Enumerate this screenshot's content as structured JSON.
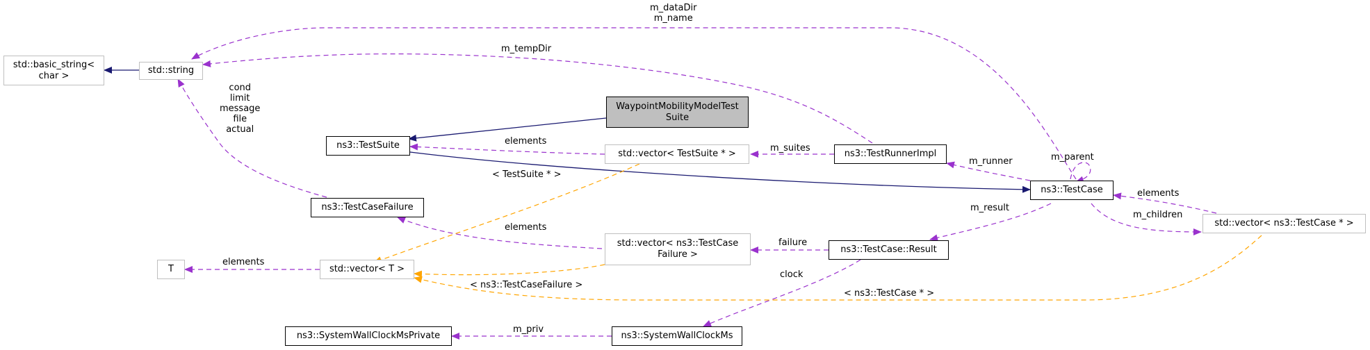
{
  "colors": {
    "inheritance": "#191970",
    "usage": "#9a32cd",
    "template": "#ffa500",
    "focus_fill": "#bfbfbf",
    "faint_border": "#bfbfbf"
  },
  "nodes": {
    "basic_string": {
      "line1": "std::basic_string<",
      "line2": "char >"
    },
    "string": {
      "label": "std::string"
    },
    "waypoint": {
      "line1": "WaypointMobilityModelTest",
      "line2": "Suite"
    },
    "testsuite": {
      "label": "ns3::TestSuite"
    },
    "vec_testsuite": {
      "label": "std::vector< TestSuite * >"
    },
    "testrunnerimpl": {
      "label": "ns3::TestRunnerImpl"
    },
    "testcase": {
      "label": "ns3::TestCase"
    },
    "vec_testcase": {
      "label": "std::vector< ns3::TestCase * >"
    },
    "testcasefailure": {
      "label": "ns3::TestCaseFailure"
    },
    "vec_tcf": {
      "line1": "std::vector< ns3::TestCase",
      "line2": "Failure >"
    },
    "result": {
      "label": "ns3::TestCase::Result"
    },
    "t": {
      "label": "T"
    },
    "vec_t": {
      "label": "std::vector< T >"
    },
    "swcmp": {
      "label": "ns3::SystemWallClockMsPrivate"
    },
    "swcm": {
      "label": "ns3::SystemWallClockMs"
    }
  },
  "edge_labels": {
    "datadir_name": [
      "m_dataDir",
      "m_name"
    ],
    "tempdir": "m_tempDir",
    "failure_fields": [
      "cond",
      "limit",
      "message",
      "file",
      "actual"
    ],
    "vec_ts_elements": "elements",
    "m_suites": "m_suites",
    "m_runner": "m_runner",
    "m_parent": "m_parent",
    "tpl_testsuite": "< TestSuite * >",
    "vec_tc_elements": "elements",
    "m_children": "m_children",
    "m_result": "m_result",
    "vec_tcf_elements": "elements",
    "failure": "failure",
    "t_elements": "elements",
    "tpl_tcf": "< ns3::TestCaseFailure >",
    "clock": "clock",
    "tpl_testcase": "< ns3::TestCase * >",
    "m_priv": "m_priv"
  }
}
